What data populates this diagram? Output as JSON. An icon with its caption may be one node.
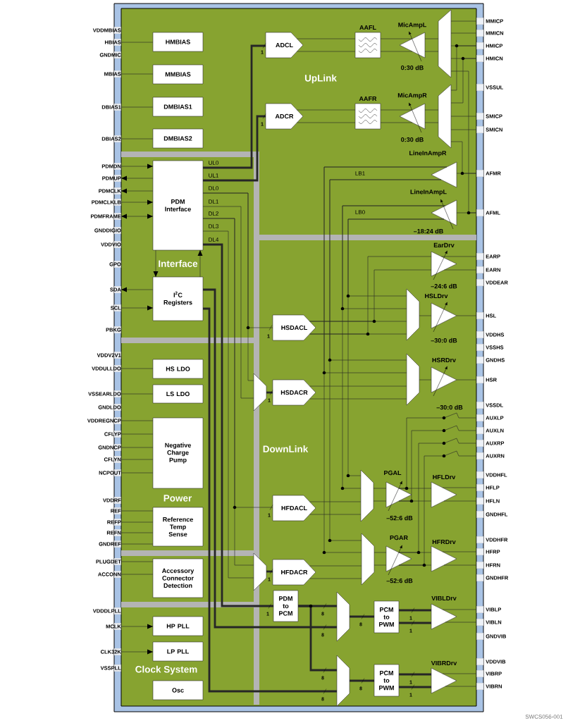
{
  "diagram": {
    "nodes": [
      {
        "text": [
          "VDDMBIAS"
        ]
      },
      {
        "text": [
          "HBIAS"
        ]
      },
      {
        "text": [
          "GNDMIC"
        ]
      },
      {
        "text": [
          "MBIAS"
        ]
      },
      {
        "text": [
          "DBIAS1"
        ]
      },
      {
        "text": [
          "DBIAS2"
        ]
      },
      {
        "text": [
          "PDMDN"
        ]
      },
      {
        "text": [
          "PDMUP"
        ]
      },
      {
        "text": [
          "PDMCLK"
        ]
      },
      {
        "text": [
          "PDMCLKLB"
        ]
      },
      {
        "text": [
          "PDMFRAME"
        ]
      },
      {
        "text": [
          "GNDDIGIO"
        ]
      },
      {
        "text": [
          "VDDVIO"
        ]
      },
      {
        "text": [
          "GPO"
        ]
      },
      {
        "text": [
          "SDA"
        ]
      },
      {
        "text": [
          "SCL"
        ]
      },
      {
        "text": [
          "PBKG"
        ]
      },
      {
        "text": [
          "VDDV2V1"
        ]
      },
      {
        "text": [
          "VDDULLDO"
        ]
      },
      {
        "text": [
          "VSSEARLDO"
        ]
      },
      {
        "text": [
          "GNDLDO"
        ]
      },
      {
        "text": [
          "VDDREGNCP"
        ]
      },
      {
        "text": [
          "CFLYP"
        ]
      },
      {
        "text": [
          "GNDNCP"
        ]
      },
      {
        "text": [
          "CFLYN"
        ]
      },
      {
        "text": [
          "NCPOUT"
        ]
      },
      {
        "text": [
          "VDDRF"
        ]
      },
      {
        "text": [
          "REF"
        ]
      },
      {
        "text": [
          "REFP"
        ]
      },
      {
        "text": [
          "REFN"
        ]
      },
      {
        "text": [
          "GNDREF"
        ]
      },
      {
        "text": [
          "PLUGDET"
        ]
      },
      {
        "text": [
          "ACCONN"
        ]
      },
      {
        "text": [
          "VDDDLPLL"
        ]
      },
      {
        "text": [
          "MCLK"
        ]
      },
      {
        "text": [
          "CLK32K"
        ]
      },
      {
        "text": [
          "VSSPLL"
        ]
      },
      {
        "text": [
          "MMICP"
        ]
      },
      {
        "text": [
          "MMICN"
        ]
      },
      {
        "text": [
          "HMICP"
        ]
      },
      {
        "text": [
          "HMICN"
        ]
      },
      {
        "text": [
          "VSSUL"
        ]
      },
      {
        "text": [
          "SMICP"
        ]
      },
      {
        "text": [
          "SMICN"
        ]
      },
      {
        "text": [
          "AFMR"
        ]
      },
      {
        "text": [
          "AFML"
        ]
      },
      {
        "text": [
          "EARP"
        ]
      },
      {
        "text": [
          "EARN"
        ]
      },
      {
        "text": [
          "VDDEAR"
        ]
      },
      {
        "text": [
          "HSL"
        ]
      },
      {
        "text": [
          "VDDHS"
        ]
      },
      {
        "text": [
          "VSSHS"
        ]
      },
      {
        "text": [
          "GNDHS"
        ]
      },
      {
        "text": [
          "HSR"
        ]
      },
      {
        "text": [
          "VSSDL"
        ]
      },
      {
        "text": [
          "AUXLP"
        ]
      },
      {
        "text": [
          "AUXLN"
        ]
      },
      {
        "text": [
          "AUXRP"
        ]
      },
      {
        "text": [
          "AUXRN"
        ]
      },
      {
        "text": [
          "VDDHFL"
        ]
      },
      {
        "text": [
          "HFLP"
        ]
      },
      {
        "text": [
          "HFLN"
        ]
      },
      {
        "text": [
          "GNDHFL"
        ]
      },
      {
        "text": [
          "VDDHFR"
        ]
      },
      {
        "text": [
          "HFRP"
        ]
      },
      {
        "text": [
          "HFRN"
        ]
      },
      {
        "text": [
          "GNDHFR"
        ]
      },
      {
        "text": [
          "VIBLP"
        ]
      },
      {
        "text": [
          "VIBLN"
        ]
      },
      {
        "text": [
          "GNDVIB"
        ]
      },
      {
        "text": [
          "VDDVIB"
        ]
      },
      {
        "text": [
          "VIBRP"
        ]
      },
      {
        "text": [
          "VIBRN"
        ]
      },
      {
        "text": [
          "HMBIAS"
        ]
      },
      {
        "text": [
          "MMBIAS"
        ]
      },
      {
        "text": [
          "DMBIAS1"
        ]
      },
      {
        "text": [
          "DMBIAS2"
        ]
      },
      {
        "text": [
          "PDM Interface"
        ]
      },
      {
        "text": [
          "I$^{2}$C Registers"
        ]
      },
      {
        "text": [
          "HS LDO"
        ]
      },
      {
        "text": [
          "LS LDO"
        ]
      },
      {
        "text": [
          "Negative Charge Pump"
        ]
      },
      {
        "text": [
          "Reference Temp Sense"
        ]
      },
      {
        "text": [
          "Accessory Connector Detection"
        ]
      },
      {
        "text": [
          "HP PLL"
        ]
      },
      {
        "text": [
          "LP PLL"
        ]
      },
      {
        "text": [
          "Osc"
        ]
      },
      {
        "text": [
          "ADCL"
        ]
      },
      {
        "text": [
          "AAFL"
        ]
      },
      {
        "text": [
          "MicAmpL"
        ],
        "beside": [
          "0:30 dB"
        ]
      },
      {
        "text": [
          "ADCR"
        ]
      },
      {
        "text": [
          "AAFR"
        ]
      },
      {
        "text": [
          "MicAmpR"
        ],
        "beside": [
          "0:30 dB"
        ]
      },
      {
        "text": [],
        "shape": "trapezoid"
      },
      {
        "text": [],
        "shape": "trapezoid"
      },
      {
        "text": [
          "LineInAmpR"
        ]
      },
      {
        "text": [
          "LineInAmpL"
        ],
        "beside": [
          "–18:24 dB"
        ]
      },
      {
        "text": [
          "EarDrv"
        ],
        "beside": [
          "–24:6 dB"
        ]
      },
      {
        "text": [
          "HSDACL"
        ]
      },
      {
        "text": [],
        "shape": "trapezoid"
      },
      {
        "text": [
          "HSLDrv"
        ],
        "beside": [
          "–30:0 dB"
        ]
      },
      {
        "text": [],
        "shape": "trapezoid"
      },
      {
        "text": [
          "HSDACR"
        ]
      },
      {
        "text": [],
        "shape": "trapezoid"
      },
      {
        "text": [
          "HSRDrv"
        ],
        "beside": [
          "–30:0 dB"
        ]
      },
      {
        "text": [
          "HFDACL"
        ]
      },
      {
        "text": [],
        "shape": "trapezoid"
      },
      {
        "text": [
          "PGAL"
        ],
        "beside": [
          "–52:6 dB"
        ]
      },
      {
        "text": [
          "HFLDrv"
        ]
      },
      {
        "text": [],
        "shape": "trapezoid"
      },
      {
        "text": [
          "HFDACR"
        ]
      },
      {
        "text": [],
        "shape": "trapezoid"
      },
      {
        "text": [
          "PGAR"
        ],
        "beside": [
          "–52:6 dB"
        ]
      },
      {
        "text": [
          "HFRDrv"
        ]
      },
      {
        "text": [
          "PDM to PCM"
        ]
      },
      {
        "text": [],
        "shape": "trapezoid"
      },
      {
        "text": [
          "PCM to PWM"
        ]
      },
      {
        "text": [
          "VIBLDrv"
        ]
      },
      {
        "text": [],
        "shape": "trapezoid"
      },
      {
        "text": [
          "PCM to PWM"
        ]
      },
      {
        "text": [
          "VIBRDrv"
        ]
      }
    ],
    "edges": [
      {
        "from": 1,
        "to": 73,
        "arrow": "none"
      },
      {
        "from": 3,
        "to": 74,
        "arrow": "none"
      },
      {
        "from": 4,
        "to": 75,
        "arrow": "none"
      },
      {
        "from": 5,
        "to": 76,
        "arrow": "none"
      },
      {
        "from": 6,
        "to": 77,
        "arrow": "to"
      },
      {
        "from": 77,
        "to": 7,
        "arrow": "to"
      },
      {
        "from": 77,
        "to": 8,
        "arrow": "to"
      },
      {
        "from": 9,
        "to": 77,
        "arrow": "to"
      },
      {
        "from": 10,
        "to": 77,
        "arrow": "both"
      },
      {
        "from": 77,
        "to": 78,
        "arrow": "to"
      },
      {
        "from": 78,
        "to": 77,
        "arrow": "to"
      },
      {
        "from": 78,
        "to": 14,
        "arrow": "to"
      },
      {
        "from": 15,
        "to": 78,
        "arrow": "to"
      },
      {
        "from": 18,
        "to": 79,
        "arrow": "none"
      },
      {
        "from": 19,
        "to": 80,
        "arrow": "none"
      },
      {
        "from": 21,
        "to": 81,
        "arrow": "none"
      },
      {
        "from": 22,
        "to": 81,
        "arrow": "none"
      },
      {
        "from": 23,
        "to": 81,
        "arrow": "none"
      },
      {
        "from": 24,
        "to": 81,
        "arrow": "none"
      },
      {
        "from": 25,
        "to": 81,
        "arrow": "none"
      },
      {
        "from": 27,
        "to": 82,
        "arrow": "none"
      },
      {
        "from": 28,
        "to": 82,
        "arrow": "none"
      },
      {
        "from": 29,
        "to": 82,
        "arrow": "none"
      },
      {
        "from": 30,
        "to": 82,
        "arrow": "none"
      },
      {
        "from": 31,
        "to": 83,
        "arrow": "none"
      },
      {
        "from": 32,
        "to": 83,
        "arrow": "none"
      },
      {
        "from": 34,
        "to": 84,
        "arrow": "to"
      },
      {
        "from": 35,
        "to": 85,
        "arrow": "to"
      },
      {
        "from": 77,
        "to": 87,
        "arrow": "none",
        "label": "UL0",
        "style": "thick"
      },
      {
        "from": 77,
        "to": 90,
        "arrow": "none",
        "label": "UL1",
        "style": "thick"
      },
      {
        "from": 77,
        "to": 98,
        "arrow": "none",
        "label": "DL0"
      },
      {
        "from": 77,
        "to": 101,
        "arrow": "none"
      },
      {
        "from": 77,
        "to": 101,
        "arrow": "none",
        "label": "DL1"
      },
      {
        "from": 77,
        "to": 105,
        "arrow": "none",
        "label": "DL2"
      },
      {
        "from": 77,
        "to": 109,
        "arrow": "none"
      },
      {
        "from": 77,
        "to": 109,
        "arrow": "none",
        "label": "DL3"
      },
      {
        "from": 77,
        "to": 114,
        "arrow": "none",
        "label": "DL4",
        "style": "thick"
      },
      {
        "from": 78,
        "to": 115,
        "arrow": "none",
        "style": "thick"
      },
      {
        "from": 78,
        "to": 118,
        "arrow": "none",
        "style": "thick"
      },
      {
        "from": 101,
        "to": 102,
        "arrow": "none",
        "style": "thick"
      },
      {
        "from": 109,
        "to": 110,
        "arrow": "none",
        "style": "thick"
      },
      {
        "from": 114,
        "to": 115,
        "arrow": "none",
        "style": "thick"
      },
      {
        "from": 114,
        "to": 118,
        "arrow": "none",
        "style": "thick"
      },
      {
        "from": 115,
        "to": 116,
        "arrow": "none",
        "style": "thick"
      },
      {
        "from": 118,
        "to": 119,
        "arrow": "none",
        "style": "thick"
      },
      {
        "from": 116,
        "to": 117,
        "arrow": "none",
        "style": "thick"
      },
      {
        "from": 116,
        "to": 117,
        "arrow": "none",
        "style": "thick"
      },
      {
        "from": 119,
        "to": 120,
        "arrow": "none",
        "style": "thick"
      },
      {
        "from": 119,
        "to": 120,
        "arrow": "none",
        "style": "thick"
      },
      {
        "from": 117,
        "to": 67,
        "arrow": "none"
      },
      {
        "from": 117,
        "to": 68,
        "arrow": "none"
      },
      {
        "from": 120,
        "to": 71,
        "arrow": "none"
      },
      {
        "from": 120,
        "to": 72,
        "arrow": "none"
      },
      {
        "from": 87,
        "to": 88,
        "arrow": "none"
      },
      {
        "from": 87,
        "to": 88,
        "arrow": "none"
      },
      {
        "from": 88,
        "to": 89,
        "arrow": "none"
      },
      {
        "from": 88,
        "to": 89,
        "arrow": "none"
      },
      {
        "from": 89,
        "to": 93,
        "arrow": "none"
      },
      {
        "from": 89,
        "to": 93,
        "arrow": "none"
      },
      {
        "from": 90,
        "to": 91,
        "arrow": "none"
      },
      {
        "from": 90,
        "to": 91,
        "arrow": "none"
      },
      {
        "from": 91,
        "to": 92,
        "arrow": "none"
      },
      {
        "from": 91,
        "to": 92,
        "arrow": "none"
      },
      {
        "from": 92,
        "to": 94,
        "arrow": "none"
      },
      {
        "from": 92,
        "to": 94,
        "arrow": "none"
      },
      {
        "from": 37,
        "to": 93,
        "arrow": "none"
      },
      {
        "from": 38,
        "to": 93,
        "arrow": "none"
      },
      {
        "from": 39,
        "to": 93,
        "arrow": "none"
      },
      {
        "from": 40,
        "to": 93,
        "arrow": "none"
      },
      {
        "from": 39,
        "to": 94,
        "arrow": "none"
      },
      {
        "from": 40,
        "to": 94,
        "arrow": "none"
      },
      {
        "from": 42,
        "to": 94,
        "arrow": "none"
      },
      {
        "from": 43,
        "to": 94,
        "arrow": "none"
      },
      {
        "from": 45,
        "to": 93,
        "arrow": "none"
      },
      {
        "from": 44,
        "to": 94,
        "arrow": "none"
      },
      {
        "from": 44,
        "to": 95,
        "arrow": "none"
      },
      {
        "from": 45,
        "to": 96,
        "arrow": "none"
      },
      {
        "from": 95,
        "to": 103,
        "arrow": "none",
        "label": "LB1"
      },
      {
        "from": 95,
        "to": 103,
        "arrow": "none"
      },
      {
        "from": 95,
        "to": 111,
        "arrow": "none"
      },
      {
        "from": 95,
        "to": 111,
        "arrow": "none"
      },
      {
        "from": 96,
        "to": 99,
        "arrow": "none",
        "label": "LB0"
      },
      {
        "from": 96,
        "to": 99,
        "arrow": "none"
      },
      {
        "from": 96,
        "to": 106,
        "arrow": "none"
      },
      {
        "from": 96,
        "to": 106,
        "arrow": "none"
      },
      {
        "from": 98,
        "to": 99,
        "arrow": "none"
      },
      {
        "from": 98,
        "to": 99,
        "arrow": "none"
      },
      {
        "from": 98,
        "to": 97,
        "arrow": "none"
      },
      {
        "from": 98,
        "to": 97,
        "arrow": "none"
      },
      {
        "from": 99,
        "to": 100,
        "arrow": "none"
      },
      {
        "from": 100,
        "to": 49,
        "arrow": "none"
      },
      {
        "from": 97,
        "to": 46,
        "arrow": "none"
      },
      {
        "from": 97,
        "to": 47,
        "arrow": "none"
      },
      {
        "from": 102,
        "to": 103,
        "arrow": "none"
      },
      {
        "from": 102,
        "to": 103,
        "arrow": "none"
      },
      {
        "from": 103,
        "to": 104,
        "arrow": "none"
      },
      {
        "from": 104,
        "to": 53,
        "arrow": "none"
      },
      {
        "from": 105,
        "to": 106,
        "arrow": "none"
      },
      {
        "from": 105,
        "to": 106,
        "arrow": "none"
      },
      {
        "from": 106,
        "to": 107,
        "arrow": "none"
      },
      {
        "from": 106,
        "to": 107,
        "arrow": "none"
      },
      {
        "from": 107,
        "to": 108,
        "arrow": "none"
      },
      {
        "from": 107,
        "to": 108,
        "arrow": "none"
      },
      {
        "from": 108,
        "to": 60,
        "arrow": "none"
      },
      {
        "from": 108,
        "to": 61,
        "arrow": "none"
      },
      {
        "from": 110,
        "to": 111,
        "arrow": "none"
      },
      {
        "from": 110,
        "to": 111,
        "arrow": "none"
      },
      {
        "from": 111,
        "to": 112,
        "arrow": "none"
      },
      {
        "from": 111,
        "to": 112,
        "arrow": "none"
      },
      {
        "from": 112,
        "to": 113,
        "arrow": "none"
      },
      {
        "from": 112,
        "to": 113,
        "arrow": "none"
      },
      {
        "from": 113,
        "to": 64,
        "arrow": "none"
      },
      {
        "from": 113,
        "to": 65,
        "arrow": "none"
      },
      {
        "from": 55,
        "to": 107,
        "arrow": "none"
      },
      {
        "from": 56,
        "to": 107,
        "arrow": "none"
      },
      {
        "from": 57,
        "to": 112,
        "arrow": "none"
      },
      {
        "from": 58,
        "to": 112,
        "arrow": "none"
      }
    ],
    "labels": [
      "1",
      "UpLink",
      "1",
      "Interface",
      "1",
      "1",
      "DownLink",
      "Power",
      "1",
      "1",
      "1",
      "8",
      "1",
      "8",
      "1",
      "8",
      "Clock System",
      "8",
      "1",
      "8",
      "1",
      "8",
      "SWCS056-001"
    ]
  }
}
